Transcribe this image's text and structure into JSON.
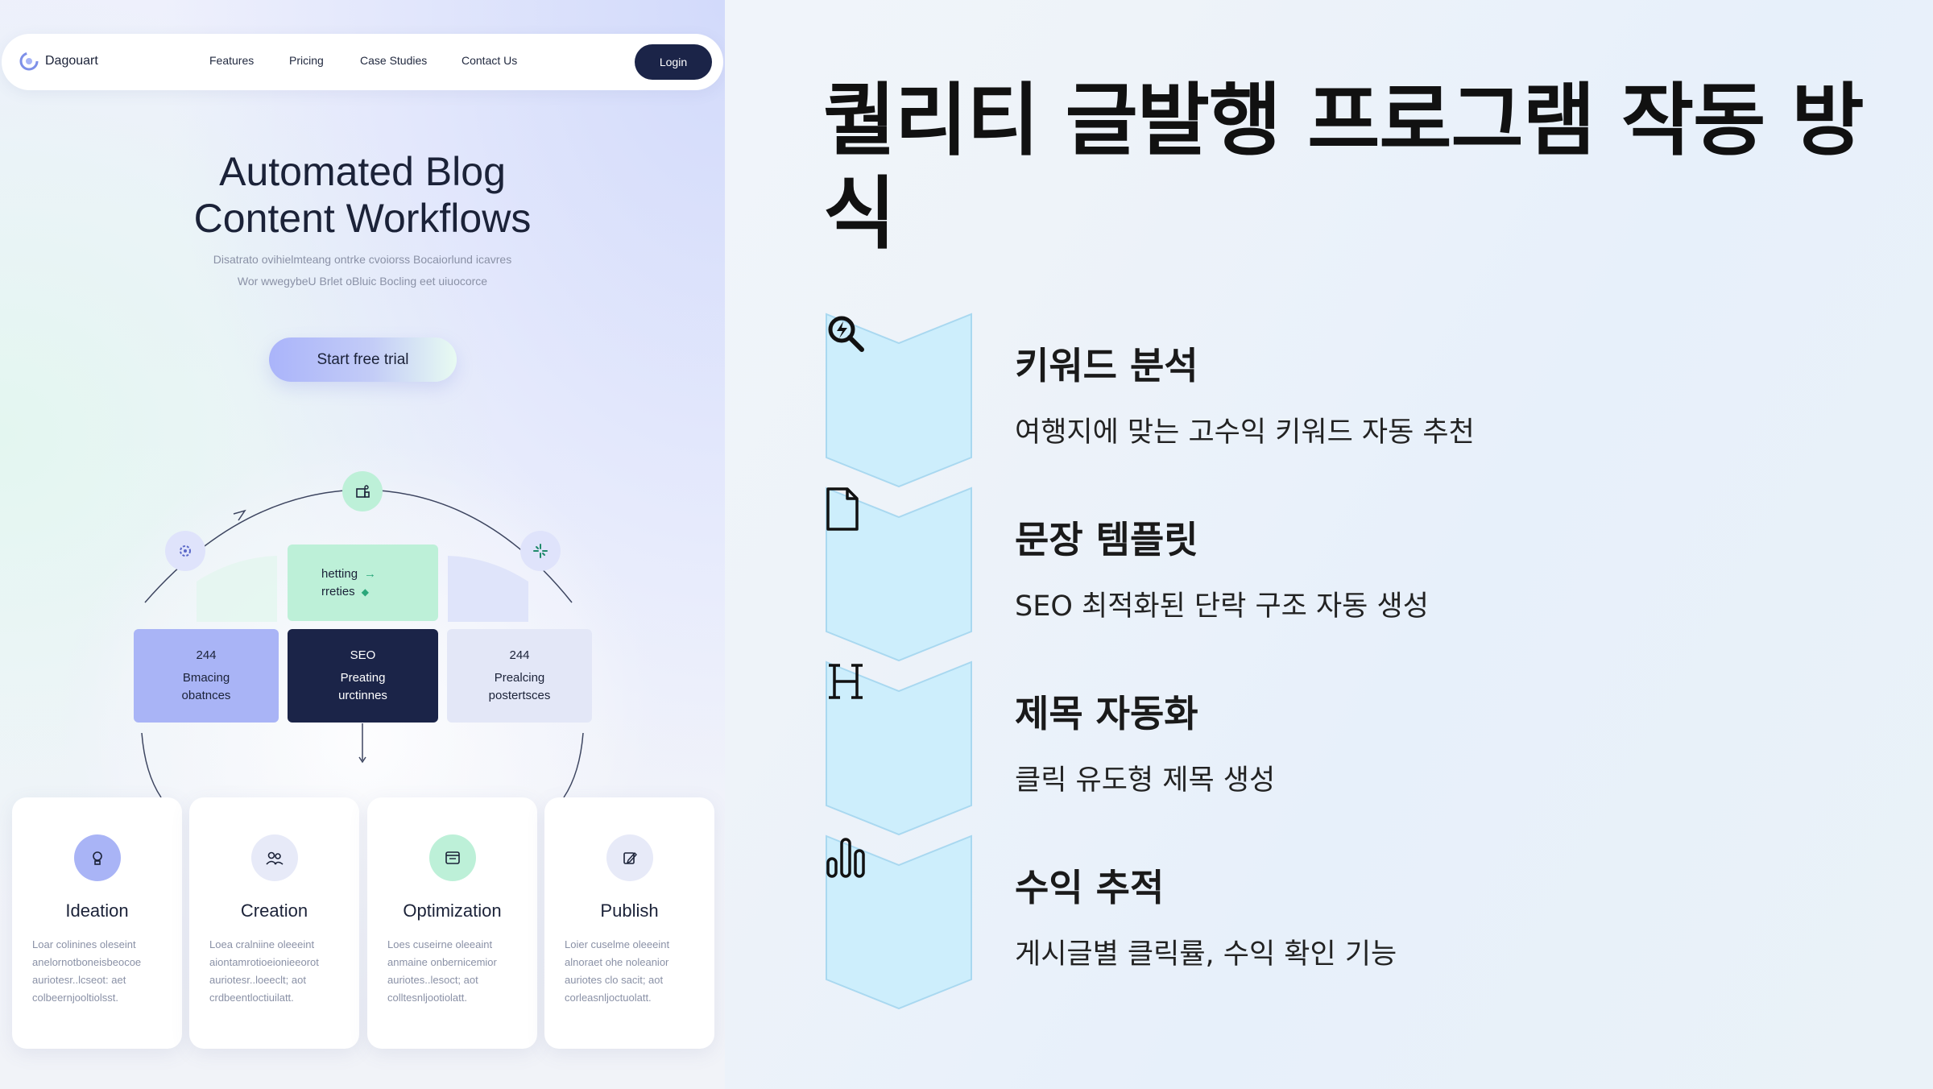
{
  "mockup": {
    "brand": {
      "name": "Dagouart",
      "logo_icon": "swirl-logo-icon"
    },
    "nav": {
      "links": [
        "Features",
        "Pricing",
        "Case Studies",
        "Contact Us"
      ],
      "login_label": "Login"
    },
    "hero": {
      "title_line1": "Automated Blog",
      "title_line2": "Content Workflows",
      "subtitle_line1": "Disatrato ovihielmteang ontrke cvoiorss Bocaiorlund icavres",
      "subtitle_line2": "Wor wwegybeU Brlet oBluic Bocling eet uiuocorce",
      "cta_label": "Start free trial"
    },
    "diagram": {
      "top_card_line1": "hetting",
      "top_card_line2": "rreties",
      "cards": [
        {
          "number": "244",
          "line1": "Bmacing",
          "line2": "obatnces"
        },
        {
          "number": "SEO",
          "line1": "Preating",
          "line2": "urctinnes"
        },
        {
          "number": "244",
          "line1": "Prealcing",
          "line2": "postertsces"
        }
      ],
      "orbit_icons": [
        "gear-icon",
        "building-icon",
        "sparkle-icon"
      ]
    },
    "steps": [
      {
        "title": "Ideation",
        "icon": "lightbulb-icon",
        "desc": [
          "Loar colinines oleseint",
          "anelornotboneisbeocoe",
          "auriotesr..lcseot: aet",
          "colbeernjooltiolsst."
        ]
      },
      {
        "title": "Creation",
        "icon": "people-icon",
        "desc": [
          "Loea cralniine oleeeint",
          "aiontamrotioeionieeorot",
          "auriotesr..loeeclt; aot",
          "crdbeentloctiuilatt."
        ]
      },
      {
        "title": "Optimization",
        "icon": "browser-icon",
        "desc": [
          "Loes cuseirne oleeaint",
          "anmaine onbernicemior",
          "auriotes..lesoct; aot",
          "colltesnljootiolatt."
        ]
      },
      {
        "title": "Publish",
        "icon": "edit-icon",
        "desc": [
          "Loier cuselme oleeeint",
          "alnoraet ohe noleanior",
          "auriotes clo sacit; aot",
          "corleasnljoctuolatt."
        ]
      }
    ]
  },
  "slide": {
    "title": "퀄리티 글발행 프로그램 작동 방식",
    "features": [
      {
        "icon": "magnifier-bolt-icon",
        "title": "키워드 분석",
        "desc": "여행지에 맞는 고수익 키워드 자동 추천"
      },
      {
        "icon": "document-icon",
        "title": "문장 템플릿",
        "desc": "SEO 최적화된 단락 구조 자동 생성"
      },
      {
        "icon": "heading-h-icon",
        "title": "제목 자동화",
        "desc": "클릭 유도형 제목 생성"
      },
      {
        "icon": "bar-chart-icon",
        "title": "수익 추적",
        "desc": "게시글별 클릭률, 수익 확인 기능"
      }
    ]
  },
  "colors": {
    "chevron_fill": "#cdeefc",
    "chevron_stroke": "#a9d8f0",
    "navy": "#1b2448",
    "mint": "#b8f0d6",
    "periwinkle": "#aab4f5"
  }
}
